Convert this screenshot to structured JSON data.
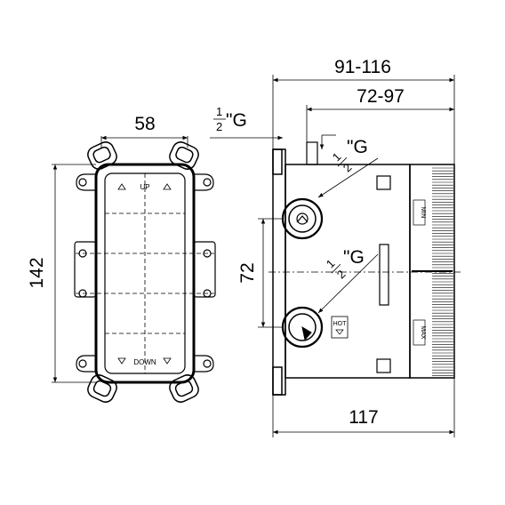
{
  "dimensions": {
    "width_front": "58",
    "height_front": "142",
    "depth_total": "117",
    "range_outer": "91-116",
    "range_inner": "72-97",
    "port_spacing": "72"
  },
  "thread": {
    "num": "1",
    "den": "2",
    "unit": "\"G"
  },
  "labels": {
    "up": "UP",
    "down": "DOWN",
    "min": "MIN",
    "max": "MAX",
    "hot": "HOT"
  }
}
